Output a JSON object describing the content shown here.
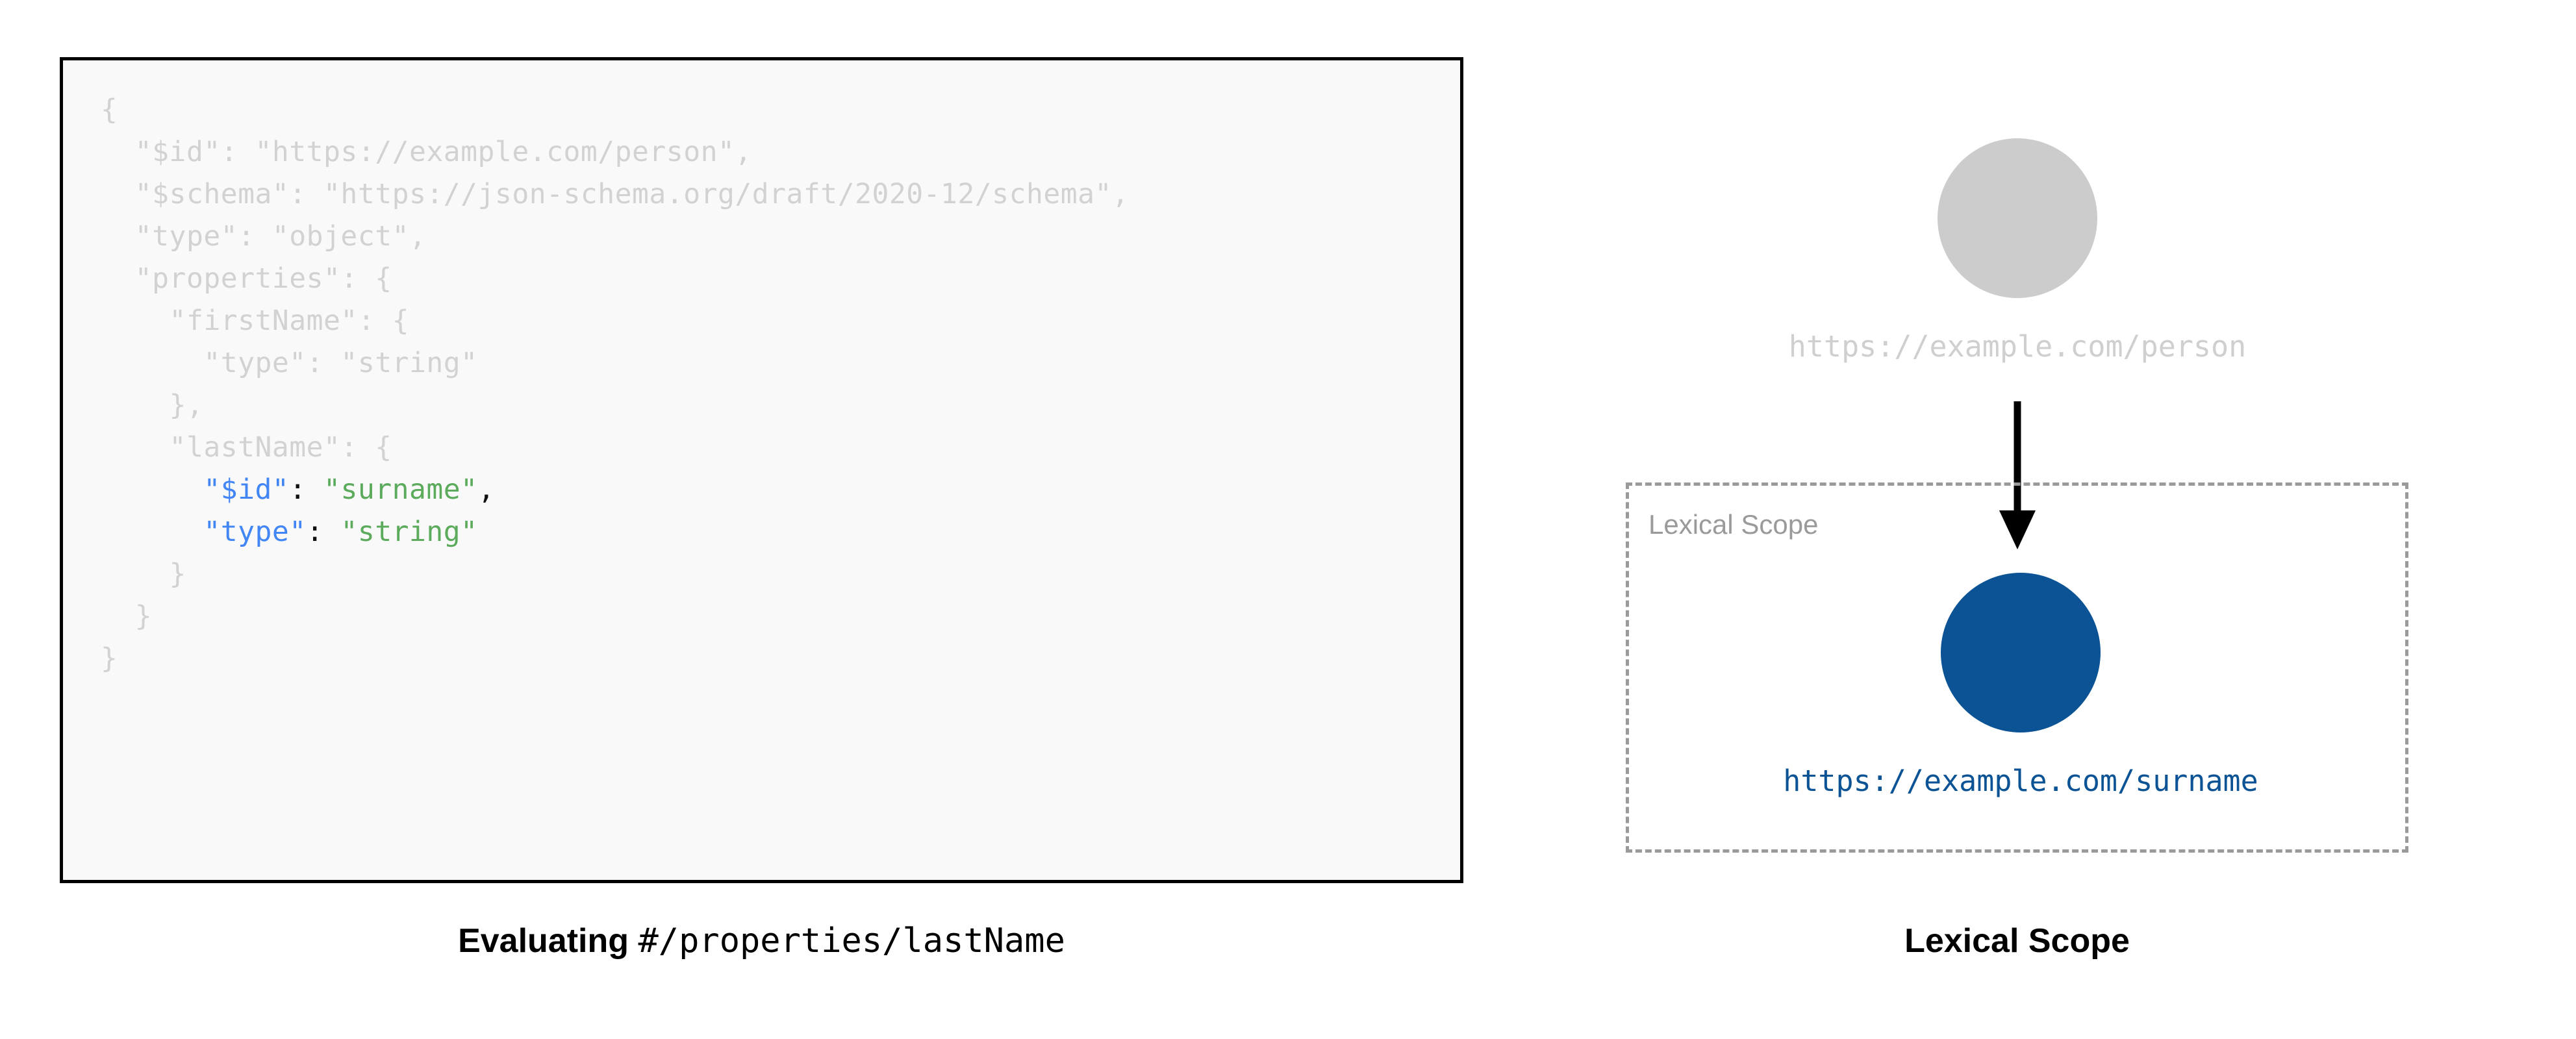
{
  "colors": {
    "code_background": "#f9f9f9",
    "code_border": "#000000",
    "dim_text": "#d2d2d2",
    "key_blue": "#4285f4",
    "string_green": "#5cab5c",
    "outer_circle_grey": "#cccccc",
    "inner_circle_blue": "#0b5394",
    "scope_dashed_grey": "#9a9a9a",
    "caption_black": "#000000"
  },
  "left_panel": {
    "code": {
      "language": "json",
      "lines": [
        {
          "indent": 0,
          "segments": [
            {
              "text": "{",
              "style": "dim"
            }
          ]
        },
        {
          "indent": 0,
          "segments": [
            {
              "text": "  \"$id\": \"https://example.com/person\",",
              "style": "dim"
            }
          ]
        },
        {
          "indent": 0,
          "segments": [
            {
              "text": "  \"$schema\": \"https://json-schema.org/draft/2020-12/schema\",",
              "style": "dim"
            }
          ]
        },
        {
          "indent": 0,
          "segments": [
            {
              "text": "  \"type\": \"object\",",
              "style": "dim"
            }
          ]
        },
        {
          "indent": 0,
          "segments": [
            {
              "text": "  \"properties\": {",
              "style": "dim"
            }
          ]
        },
        {
          "indent": 0,
          "segments": [
            {
              "text": "    \"firstName\": {",
              "style": "dim"
            }
          ]
        },
        {
          "indent": 0,
          "segments": [
            {
              "text": "      \"type\": \"string\"",
              "style": "dim"
            }
          ]
        },
        {
          "indent": 0,
          "segments": [
            {
              "text": "    },",
              "style": "dim"
            }
          ]
        },
        {
          "indent": 0,
          "segments": [
            {
              "text": "    \"lastName\": {",
              "style": "dim"
            }
          ]
        },
        {
          "indent": 0,
          "segments": [
            {
              "text": "      ",
              "style": "dim"
            },
            {
              "text": "\"$id\"",
              "style": "key"
            },
            {
              "text": ":",
              "style": "punct"
            },
            {
              "text": " ",
              "style": "dim"
            },
            {
              "text": "\"surname\"",
              "style": "string"
            },
            {
              "text": ",",
              "style": "punct"
            }
          ]
        },
        {
          "indent": 0,
          "segments": [
            {
              "text": "      ",
              "style": "dim"
            },
            {
              "text": "\"type\"",
              "style": "key"
            },
            {
              "text": ":",
              "style": "punct"
            },
            {
              "text": " ",
              "style": "dim"
            },
            {
              "text": "\"string\"",
              "style": "string"
            }
          ]
        },
        {
          "indent": 0,
          "segments": [
            {
              "text": "    }",
              "style": "dim"
            }
          ]
        },
        {
          "indent": 0,
          "segments": [
            {
              "text": "  }",
              "style": "dim"
            }
          ]
        },
        {
          "indent": 0,
          "segments": [
            {
              "text": "}",
              "style": "dim"
            }
          ]
        }
      ]
    },
    "caption": {
      "bold_prefix": "Evaluating ",
      "mono_suffix": "#/properties/lastName"
    }
  },
  "right_panel": {
    "outer_node": {
      "label": "https://example.com/person",
      "shape": "circle",
      "fill": "#cccccc"
    },
    "arrow": {
      "icon": "down-arrow-icon",
      "direction": "down"
    },
    "scope_box": {
      "label": "Lexical Scope",
      "border_style": "dashed"
    },
    "inner_node": {
      "label": "https://example.com/surname",
      "shape": "circle",
      "fill": "#0b5394"
    },
    "caption": "Lexical Scope"
  }
}
